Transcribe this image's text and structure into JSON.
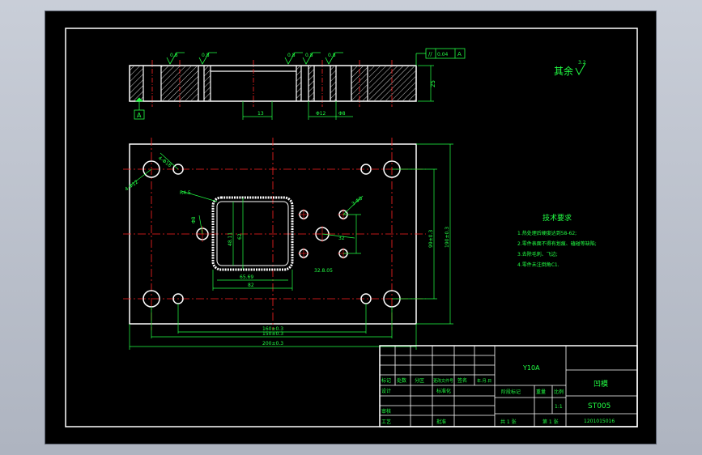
{
  "colors": {
    "outline": "#ffffff",
    "dimension": "#22ff44",
    "centerline": "#ff2222",
    "hatch": "#ffffff",
    "background": "#000000"
  },
  "roughness": {
    "other_label": "其余",
    "other_value": "3.2",
    "marks": [
      "0.8",
      "0.8",
      "0.8",
      "0.8",
      "0.8"
    ]
  },
  "datum": {
    "label": "A"
  },
  "tolerance": {
    "symbol": "//",
    "value": "0.04",
    "datum": "A"
  },
  "top_view_dims": {
    "height": "25",
    "slot": "13",
    "hole1": "Φ12",
    "hole2": "Φ8"
  },
  "front_view_dims": {
    "corner_callout": "4-Φ12",
    "counterbore": "4-Φ18",
    "cavity_radius": "R4.5",
    "height_outer": "190±0.3",
    "height_inner": "99±0.3",
    "width_bottom_1": "160±0.3",
    "width_bottom_2": "150±0.3",
    "width_bottom_3": "200±0.3",
    "cavity_w1": "65.69",
    "cavity_w2": "82",
    "cavity_h1": "48.11",
    "cavity_h2": "62",
    "pin_hole": "Φ8",
    "pin_spacing": "32",
    "small_holes": "3-Φ8",
    "small_hole_dim": "32.8.05"
  },
  "tech_requirements": {
    "title": "技术要求",
    "items": [
      "1.热处理后硬度达到58-62;",
      "2.零件表面不得有划痕、磕碰等缺陷;",
      "3.去除毛刺、飞边;",
      "4.零件未注倒角C1."
    ]
  },
  "title_block": {
    "material": "Y10A",
    "part_name": "凹模",
    "drawing_no": "ST005",
    "code": "1201015016",
    "scale": "1:1",
    "sheet_total": "共 1 张",
    "sheet_no": "第 1 张",
    "header_cells": [
      "标记",
      "处数",
      "分区",
      "更改文件号",
      "签名",
      "年.月.日"
    ],
    "rows_left": [
      "设计",
      "审核",
      "工艺"
    ],
    "standardize": "标准化",
    "approve": "批准",
    "stage_label": "阶段标记",
    "weight_label": "重量",
    "scale_label": "比例"
  }
}
